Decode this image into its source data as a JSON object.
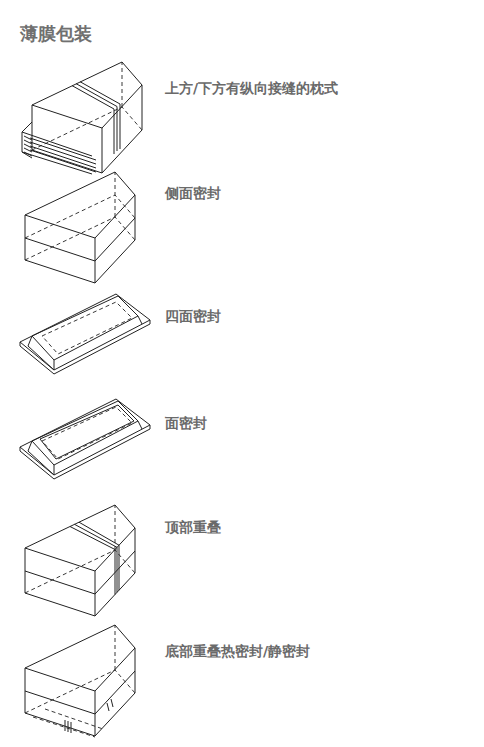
{
  "diagram": {
    "title": "薄膜包装",
    "labels": [
      "上方/下方有纵向接缝的枕式",
      "侧面密封",
      "四面密封",
      "面密封",
      "顶部重叠",
      "底部重叠热密封/静密封"
    ]
  }
}
